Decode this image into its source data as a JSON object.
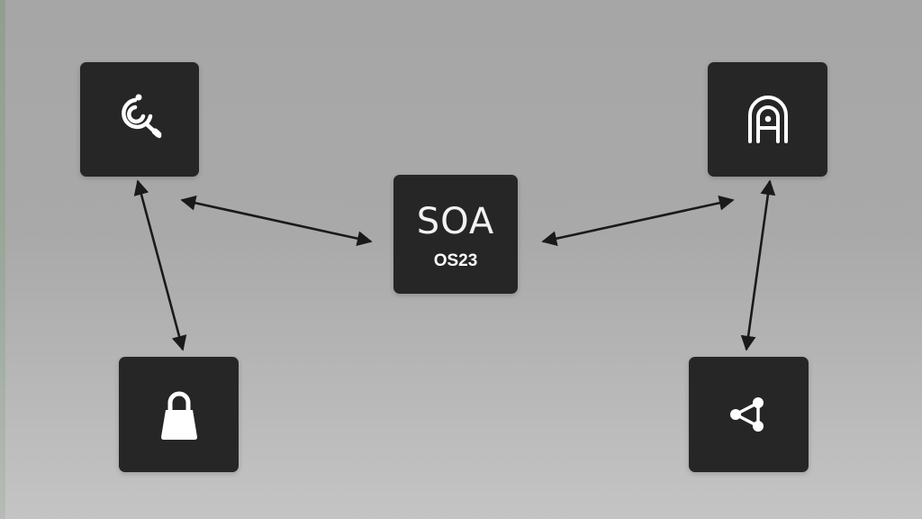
{
  "diagram": {
    "center_node": {
      "title": "SOA",
      "subtitle": "OS23"
    },
    "nodes": [
      {
        "id": "search",
        "icon": "magnifier-search-icon"
      },
      {
        "id": "arch",
        "icon": "arch-a-icon"
      },
      {
        "id": "lock",
        "icon": "padlock-icon"
      },
      {
        "id": "share",
        "icon": "share-network-icon"
      }
    ],
    "connections": [
      {
        "from": "search",
        "to": "center",
        "bidirectional": true
      },
      {
        "from": "center",
        "to": "arch",
        "bidirectional": true
      },
      {
        "from": "search",
        "to": "lock",
        "bidirectional": true
      },
      {
        "from": "arch",
        "to": "share",
        "bidirectional": true
      }
    ],
    "colors": {
      "node_fill": "#262626",
      "icon": "#ffffff",
      "arrow": "#1a1a1a"
    }
  }
}
